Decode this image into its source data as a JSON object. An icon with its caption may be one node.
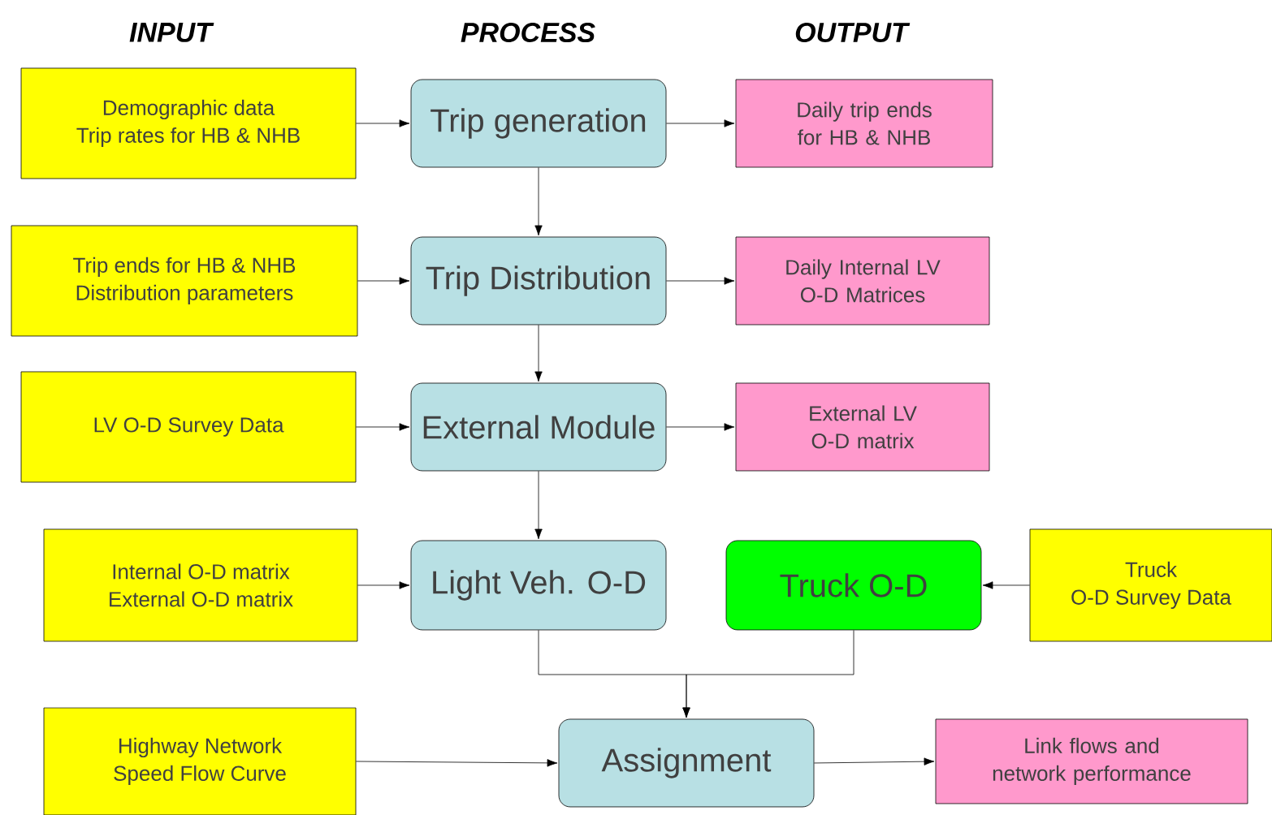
{
  "diagram": {
    "nodes": [
      {
        "text": [
          "Demographic data",
          "Trip rates for HB & NHB"
        ]
      },
      {
        "text": [
          "Trip generation"
        ]
      },
      {
        "text": [
          "Daily trip ends for HB & NHB"
        ]
      },
      {
        "text": [
          "Trip ends for HB & NHB",
          "Distribution parameters"
        ]
      },
      {
        "text": [
          "Trip Distribution"
        ]
      },
      {
        "text": [
          "Daily Internal LV O-D Matrices"
        ]
      },
      {
        "text": [
          "LV O-D Survey Data"
        ]
      },
      {
        "text": [
          "External Module"
        ]
      },
      {
        "text": [
          "External LV O-D matrix"
        ]
      },
      {
        "text": [
          "Internal O-D matrix",
          "External O-D matrix"
        ]
      },
      {
        "text": [
          "Light Veh. O-D"
        ]
      },
      {
        "text": [
          "Truck O-D"
        ]
      },
      {
        "text": [
          "Truck",
          "O-D Survey Data"
        ]
      },
      {
        "text": [
          "Highway Network",
          "Speed Flow Curve"
        ]
      },
      {
        "text": [
          "Assignment"
        ]
      },
      {
        "text": [
          "Link flows and network performance"
        ]
      }
    ],
    "edges": [
      {
        "from": 0,
        "to": 1,
        "arrow": "to"
      },
      {
        "from": 1,
        "to": 2,
        "arrow": "to"
      },
      {
        "from": 1,
        "to": 4,
        "arrow": "to"
      },
      {
        "from": 3,
        "to": 4,
        "arrow": "to"
      },
      {
        "from": 4,
        "to": 5,
        "arrow": "to"
      },
      {
        "from": 4,
        "to": 7,
        "arrow": "to"
      },
      {
        "from": 6,
        "to": 7,
        "arrow": "to"
      },
      {
        "from": 7,
        "to": 8,
        "arrow": "to"
      },
      {
        "from": 7,
        "to": 10,
        "arrow": "to"
      },
      {
        "from": 9,
        "to": 10,
        "arrow": "to"
      },
      {
        "from": 12,
        "to": 11,
        "arrow": "to"
      },
      {
        "from": 10,
        "to": 14,
        "arrow": "to"
      },
      {
        "from": 11,
        "to": 14,
        "arrow": "to"
      },
      {
        "from": 13,
        "to": 14,
        "arrow": "to"
      },
      {
        "from": 14,
        "to": 15,
        "arrow": "to"
      }
    ],
    "labels": [
      "INPUT",
      "PROCESS",
      "OUTPUT"
    ]
  }
}
